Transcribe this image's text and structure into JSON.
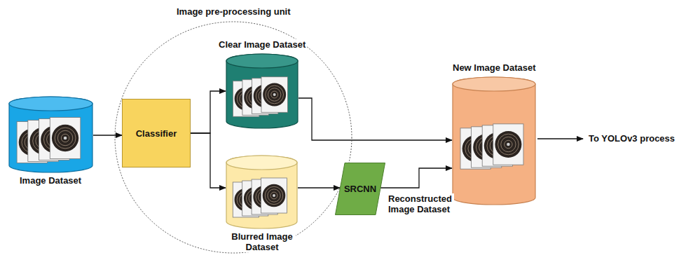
{
  "diagram": {
    "nodes": [
      {
        "text": [
          "Image Dataset"
        ]
      },
      {
        "text": [
          "Image pre-processing unit"
        ]
      },
      {
        "text": [
          "Classifier"
        ],
        "in": 1
      },
      {
        "text": [
          "Clear Image Dataset"
        ],
        "in": 1
      },
      {
        "text": [
          "Blurred Image Dataset"
        ],
        "in": 1
      },
      {
        "text": [
          "SRCNN"
        ]
      },
      {
        "text": [
          "New Image Dataset"
        ]
      }
    ],
    "edges": [
      {
        "from": 0,
        "to": 2,
        "arrow": "to"
      },
      {
        "from": 2,
        "to": 3,
        "arrow": "to"
      },
      {
        "from": 2,
        "to": 4,
        "arrow": "to"
      },
      {
        "from": 3,
        "to": 6,
        "arrow": "to"
      },
      {
        "from": 4,
        "to": 5,
        "arrow": "to"
      },
      {
        "from": 5,
        "to": 6,
        "label": "Reconstructed Image Dataset",
        "arrow": "to"
      }
    ],
    "labels": [
      "To YOLOv3 process"
    ]
  }
}
